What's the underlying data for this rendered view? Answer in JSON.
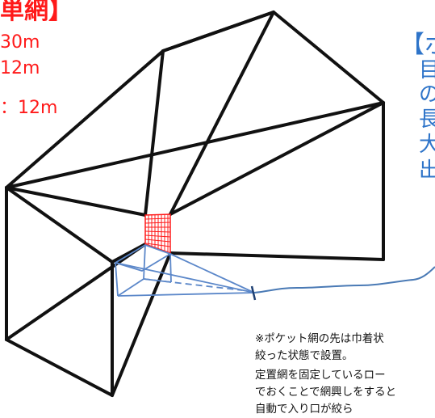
{
  "left_panel": {
    "title_partial": "単網】",
    "specs": [
      "30m",
      "12m",
      "：12m"
    ]
  },
  "right_panel": {
    "bracket": "【ポ",
    "column_chars": [
      "目",
      "の",
      "長",
      "大",
      "出"
    ]
  },
  "note": {
    "lines": [
      "※ポケット網の先は巾着状",
      "絞った状態で設置。",
      "定置網を固定しているロー",
      "でおくことで網興しをすると",
      "自動で入り口が絞ら"
    ]
  },
  "colors": {
    "red_text": "#ff1a1a",
    "blue_text": "#2e74c9",
    "frame": "#111111",
    "pocket_net": "#5b87c9",
    "mesh_red": "#ff1a1a"
  }
}
